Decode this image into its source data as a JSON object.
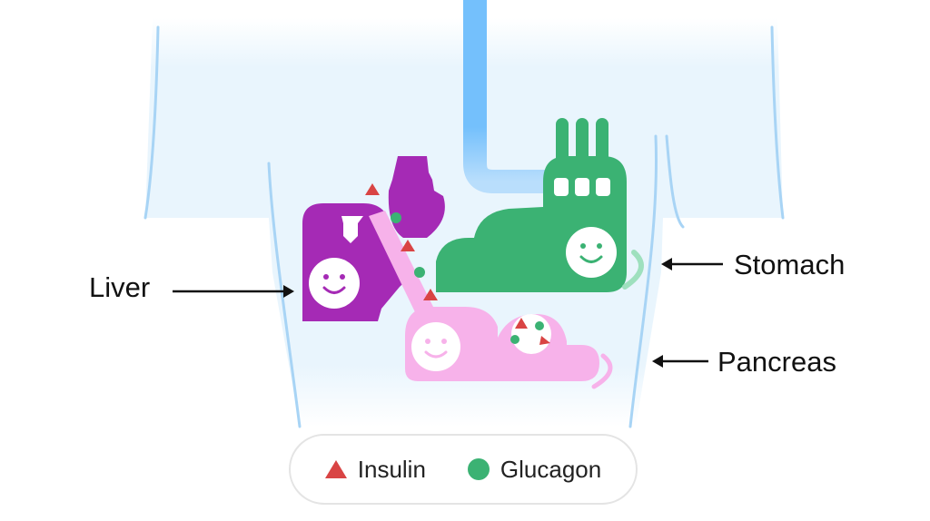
{
  "labels": {
    "liver": "Liver",
    "stomach": "Stomach",
    "pancreas": "Pancreas"
  },
  "legend": {
    "insulin": "Insulin",
    "glucagon": "Glucagon"
  },
  "colors": {
    "liver": "#a52ab5",
    "stomach": "#3bb273",
    "pancreas": "#f7b2ea",
    "insulin": "#d94444",
    "glucagon": "#3bb273",
    "esophagus": "#74c0fc",
    "body_fill": "#e9f5fd",
    "body_outline": "#a8d4f5"
  },
  "icons": {
    "insulin_marker": "red-triangle",
    "glucagon_marker": "green-circle"
  }
}
